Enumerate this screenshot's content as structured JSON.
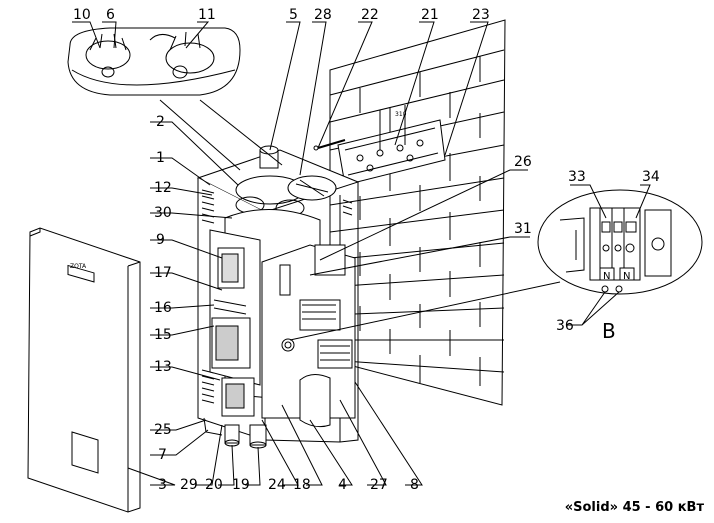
{
  "caption": "«Solid» 45 - 60 кВт",
  "callouts": {
    "c10": "10",
    "c6": "6",
    "c11": "11",
    "c5": "5",
    "c28": "28",
    "c22": "22",
    "c21": "21",
    "c23": "23",
    "c2": "2",
    "c1": "1",
    "c12": "12",
    "c30": "30",
    "c9": "9",
    "c17": "17",
    "c16": "16",
    "c15": "15",
    "c13": "13",
    "c25": "25",
    "c7": "7",
    "c3": "3",
    "c29": "29",
    "c20": "20",
    "c19": "19",
    "c24": "24",
    "c18": "18",
    "c4": "4",
    "c27": "27",
    "c8": "8",
    "c26": "26",
    "c31": "31",
    "c33": "33",
    "c34": "34",
    "c36": "36"
  },
  "detail_label": "B",
  "terminal_n1": "N",
  "terminal_n2": "N",
  "front_badge": "ZOTA",
  "bracket_text": "310"
}
